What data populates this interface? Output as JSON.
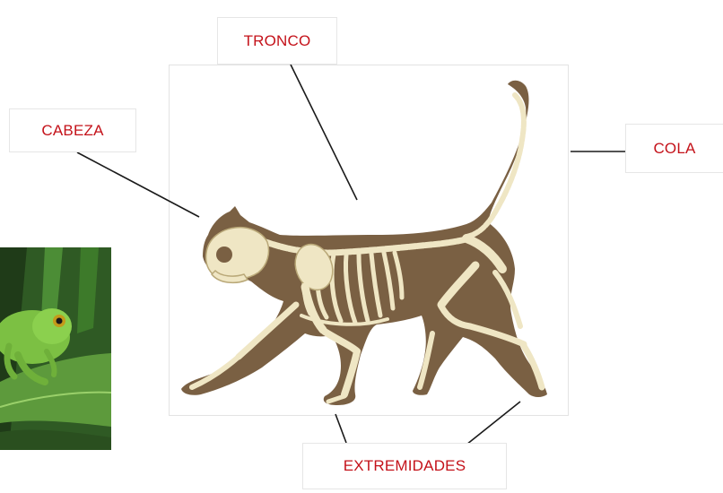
{
  "labels": {
    "tronco": "TRONCO",
    "cabeza": "CABEZA",
    "cola": "COLA",
    "extremidades": "EXTREMIDADES"
  },
  "colors": {
    "label_text": "#c4121a",
    "silhouette": "#7a6043",
    "bone": "#efe6c4",
    "bone_outline": "#b9a878",
    "leader_line": "#1a1a1a",
    "frog_green": "#7cc043",
    "leaf_green": "#3f7a2f"
  }
}
